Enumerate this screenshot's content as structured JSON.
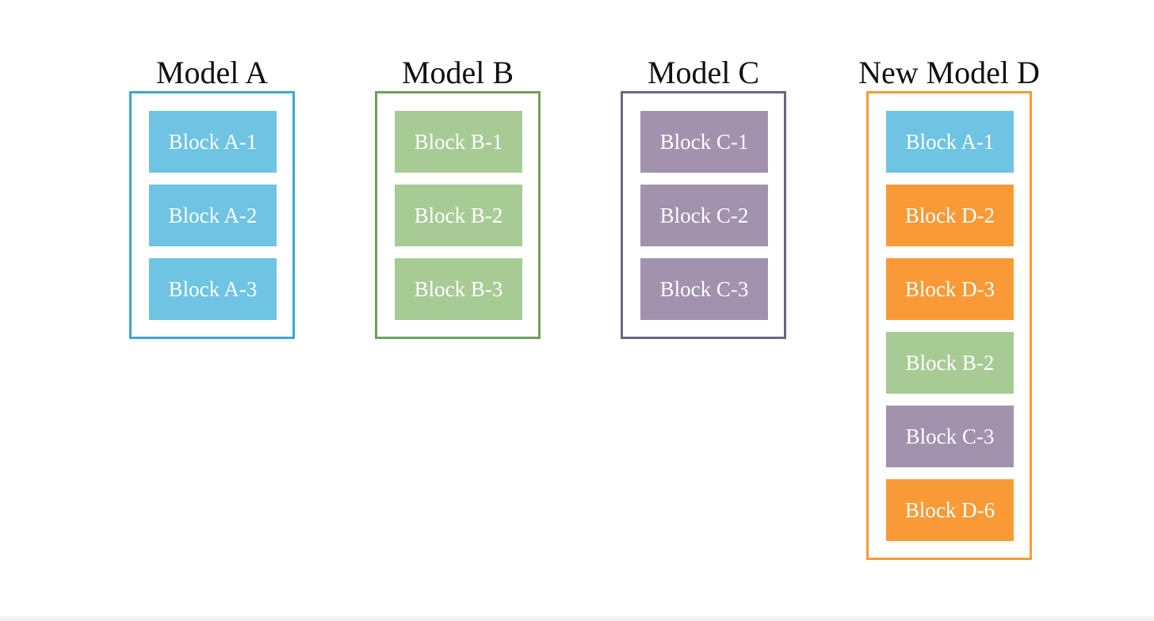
{
  "colors": {
    "A": "#6ec4e2",
    "B": "#a8cb96",
    "C": "#a292ae",
    "D": "#f99a37",
    "border_A": "#3aa8d4",
    "border_B": "#6ea15a",
    "border_C": "#6e6384",
    "border_D": "#f99a37"
  },
  "models": [
    {
      "title": "Model A",
      "border_color_key": "border_A",
      "blocks": [
        {
          "label": "Block A-1",
          "color_key": "A"
        },
        {
          "label": "Block A-2",
          "color_key": "A"
        },
        {
          "label": "Block A-3",
          "color_key": "A"
        }
      ]
    },
    {
      "title": "Model B",
      "border_color_key": "border_B",
      "blocks": [
        {
          "label": "Block B-1",
          "color_key": "B"
        },
        {
          "label": "Block B-2",
          "color_key": "B"
        },
        {
          "label": "Block B-3",
          "color_key": "B"
        }
      ]
    },
    {
      "title": "Model C",
      "border_color_key": "border_C",
      "blocks": [
        {
          "label": "Block C-1",
          "color_key": "C"
        },
        {
          "label": "Block C-2",
          "color_key": "C"
        },
        {
          "label": "Block C-3",
          "color_key": "C"
        }
      ]
    },
    {
      "title": "New Model D",
      "border_color_key": "border_D",
      "blocks": [
        {
          "label": "Block A-1",
          "color_key": "A"
        },
        {
          "label": "Block D-2",
          "color_key": "D"
        },
        {
          "label": "Block D-3",
          "color_key": "D"
        },
        {
          "label": "Block B-2",
          "color_key": "B"
        },
        {
          "label": "Block C-3",
          "color_key": "C"
        },
        {
          "label": "Block D-6",
          "color_key": "D"
        }
      ]
    }
  ]
}
